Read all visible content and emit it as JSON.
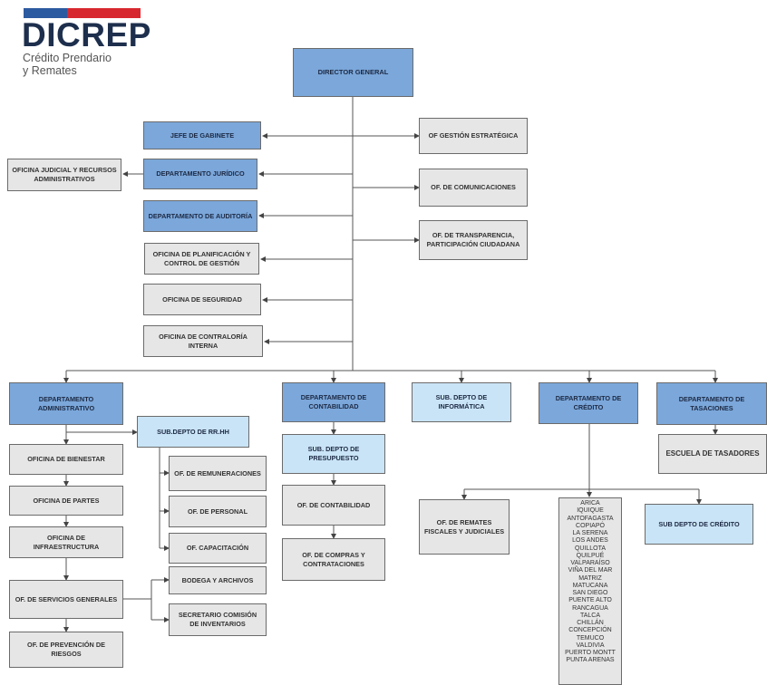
{
  "logo": {
    "name": "DICREP",
    "subtitle_line1": "Crédito Prendario",
    "subtitle_line2": "y Remates"
  },
  "colors": {
    "dark_blue_box": "#7ba7da",
    "light_blue_box": "#c9e4f6",
    "grey_box": "#e6e6e6",
    "logo_blue": "#2c5aa0",
    "logo_red": "#d8282f"
  },
  "org": {
    "director": "DIRECTOR GENERAL",
    "jefe_gabinete": "JEFE DE GABINETE",
    "depto_juridico": "DEPARTAMENTO JURÍDICO",
    "oficina_judicial": "OFICINA JUDICIAL Y RECURSOS ADMINISTRATIVOS",
    "depto_auditoria": "DEPARTAMENTO DE AUDITORÍA",
    "planificacion": "OFICINA DE PLANIFICACIÓN Y CONTROL DE GESTIÓN",
    "seguridad": "OFICINA DE SEGURIDAD",
    "contraloria": "OFICINA DE CONTRALORÍA INTERNA",
    "gestion_estrategica": "OF GESTIÓN ESTRATÉGICA",
    "comunicaciones": "OF. DE  COMUNICACIONES",
    "transparencia": "OF. DE TRANSPARENCIA, PARTICIPACIÓN CIUDADANA",
    "depto_administrativo": "DEPARTAMENTO ADMINISTRATIVO",
    "subdepto_rrhh": "SUB.DEPTO DE RR.HH",
    "bienestar": "OFICINA DE BIENESTAR",
    "partes": "OFICINA DE PARTES",
    "infraestructura": "OFICINA DE INFRAESTRUCTURA",
    "servicios_generales": "OF. DE SERVICIOS GENERALES",
    "prevencion_riesgos": "OF. DE PREVENCIÓN DE RIESGOS",
    "remuneraciones": "OF. DE REMUNERACIONES",
    "personal": "OF. DE PERSONAL",
    "capacitacion": "OF. CAPACITACIÓN",
    "bodega": "BODEGA Y ARCHIVOS",
    "secretario": "SECRETARIO COMISIÓN DE INVENTARIOS",
    "depto_contabilidad": "DEPARTAMENTO DE CONTABILIDAD",
    "subdepto_presupuesto": "SUB. DEPTO DE PRESUPUESTO",
    "of_contabilidad": "OF. DE CONTABILIDAD",
    "compras": "OF. DE COMPRAS Y CONTRATACIONES",
    "subdepto_informatica": "SUB. DEPTO DE INFORMÁTICA",
    "depto_credito": "DEPARTAMENTO DE CRÉDITO",
    "remates_fiscales": "OF. DE REMATES FISCALES Y JUDICIALES",
    "subdepto_credito": "SUB DEPTO DE CRÉDITO",
    "depto_tasaciones": "DEPARTAMENTO DE TASACIONES",
    "escuela_tasadores": "ESCUELA DE TASADORES"
  },
  "cities": [
    "ARICA",
    "IQUIQUE",
    "ANTOFAGASTA",
    "COPIAPÓ",
    "LA SERENA",
    "LOS ANDES",
    "QUILLOTA",
    "QUILPUÉ",
    "VALPARAÍSO",
    "VIÑA DEL MAR",
    "MATRIZ",
    "MATUCANA",
    "SAN DIEGO",
    "PUENTE ALTO",
    "RANCAGUA",
    "TALCA",
    "CHILLÁN",
    "CONCEPCIÓN",
    "TEMUCO",
    "VALDIVIA",
    "PUERTO MONTT",
    "PUNTA ARENAS"
  ]
}
